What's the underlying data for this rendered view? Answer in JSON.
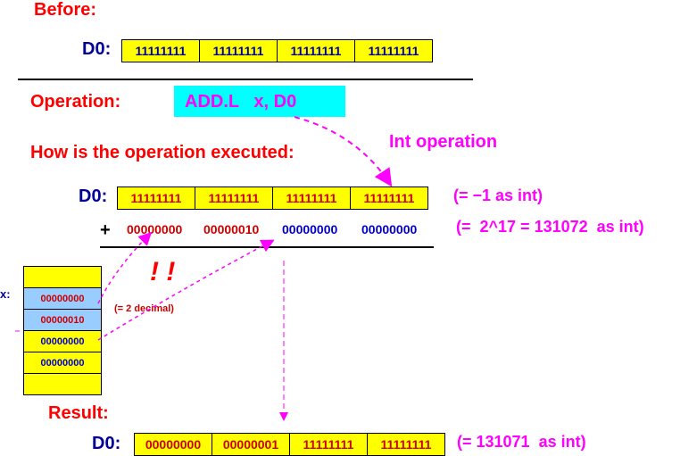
{
  "before": {
    "heading": "Before:",
    "reg_label": "D0:",
    "cells": [
      "11111111",
      "11111111",
      "11111111",
      "11111111"
    ]
  },
  "operation": {
    "label": "Operation:",
    "instruction": "ADD.L   x, D0",
    "int_operation": "Int operation"
  },
  "execution": {
    "heading": "How is the operation executed:",
    "reg_label": "D0:",
    "cells": [
      "11111111",
      "11111111",
      "11111111",
      "11111111"
    ],
    "d0_note": "(= −1  as int)",
    "plus": "+",
    "addend": [
      "00000000",
      "00000010",
      "00000000",
      "00000000"
    ],
    "addend_note": "(=  2^17 = 131072  as int)",
    "exclaim": "! !",
    "decimal_note": "(= 2 decimal)"
  },
  "memory": {
    "label": "x:",
    "rows": [
      "",
      "00000000",
      "00000010",
      "00000000",
      "00000000",
      ""
    ],
    "colors": {
      "top": "#ffff00",
      "highlight": "#99ccff",
      "lower": "#ffff00"
    }
  },
  "result": {
    "heading": "Result:",
    "reg_label": "D0:",
    "cells": [
      "00000000",
      "00000001",
      "11111111",
      "11111111"
    ],
    "note": "(= 131071  as int)"
  },
  "colors": {
    "register": "#ffff00",
    "instruction_box": "#00ffff",
    "heading": "#ff0000",
    "note": "#ff00ff",
    "reg_label": "#000099",
    "bits_red": "#cc0000",
    "bits_blue": "#0000cc"
  }
}
